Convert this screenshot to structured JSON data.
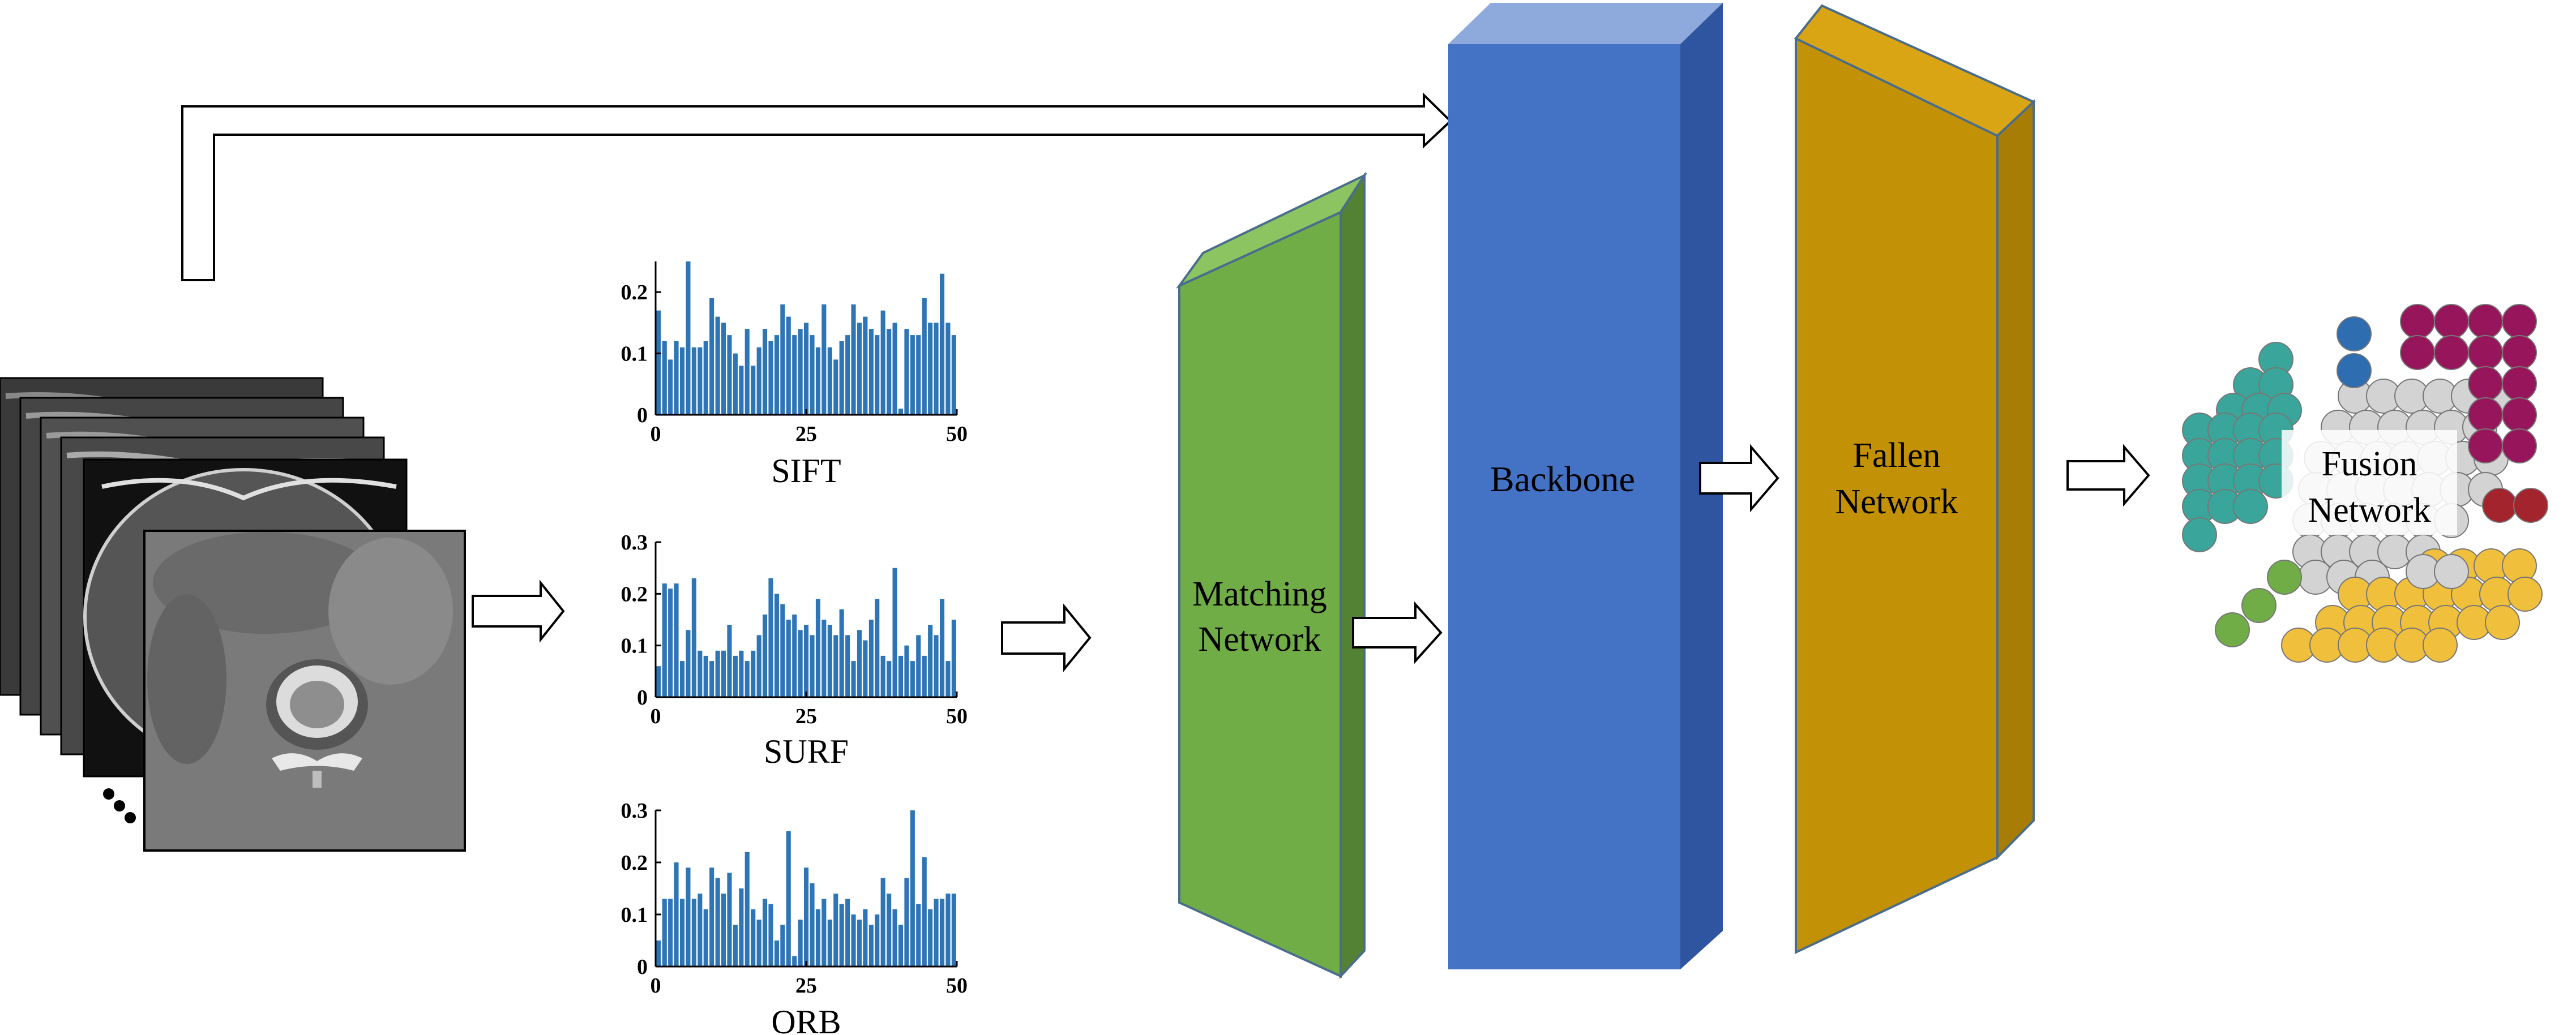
{
  "diagram": {
    "colors": {
      "matching": "#70ad47",
      "backbone": "#4472c4",
      "fallen": "#c39105",
      "bar": "#2e75b6",
      "teal": "#3aa59a",
      "maroon": "#97155a",
      "grey": "#d3d3d3",
      "gold": "#f0bf3c",
      "green": "#70ad47",
      "blue": "#2e6db0",
      "red": "#a3242c"
    },
    "labels": {
      "matching": "Matching Network",
      "backbone": "Backbone",
      "fallen": "Fallen Network",
      "fusion": "Fusion Network"
    },
    "ct_stack_ellipsis": "..."
  },
  "chart_data": [
    {
      "type": "bar",
      "title": "SIFT",
      "ylim": [
        0,
        0.25
      ],
      "xlim": [
        0,
        50
      ],
      "xticks": [
        "0",
        "25",
        "50"
      ],
      "yticks": [
        "0",
        "0.1",
        "0.2"
      ],
      "values": [
        0.17,
        0.12,
        0.09,
        0.12,
        0.11,
        0.25,
        0.11,
        0.11,
        0.12,
        0.19,
        0.16,
        0.15,
        0.13,
        0.1,
        0.08,
        0.14,
        0.08,
        0.11,
        0.14,
        0.12,
        0.13,
        0.18,
        0.16,
        0.13,
        0.14,
        0.15,
        0.13,
        0.11,
        0.18,
        0.11,
        0.09,
        0.12,
        0.13,
        0.18,
        0.15,
        0.16,
        0.14,
        0.13,
        0.17,
        0.14,
        0.15,
        0.01,
        0.14,
        0.13,
        0.13,
        0.19,
        0.15,
        0.15,
        0.23,
        0.15,
        0.13
      ]
    },
    {
      "type": "bar",
      "title": "SURF",
      "ylim": [
        0,
        0.3
      ],
      "xlim": [
        0,
        50
      ],
      "xticks": [
        "0",
        "25",
        "50"
      ],
      "yticks": [
        "0",
        "0.1",
        "0.2",
        "0.3"
      ],
      "values": [
        0.06,
        0.22,
        0.21,
        0.22,
        0.07,
        0.13,
        0.23,
        0.09,
        0.08,
        0.07,
        0.09,
        0.09,
        0.14,
        0.08,
        0.09,
        0.07,
        0.09,
        0.12,
        0.16,
        0.23,
        0.2,
        0.18,
        0.15,
        0.16,
        0.13,
        0.14,
        0.12,
        0.19,
        0.15,
        0.14,
        0.12,
        0.17,
        0.12,
        0.07,
        0.13,
        0.11,
        0.15,
        0.19,
        0.08,
        0.07,
        0.25,
        0.08,
        0.1,
        0.07,
        0.12,
        0.08,
        0.14,
        0.12,
        0.19,
        0.07,
        0.15
      ]
    },
    {
      "type": "bar",
      "title": "ORB",
      "ylim": [
        0,
        0.3
      ],
      "xlim": [
        0,
        50
      ],
      "xticks": [
        "0",
        "25",
        "50"
      ],
      "yticks": [
        "0",
        "0.1",
        "0.2",
        "0.3"
      ],
      "values": [
        0.05,
        0.13,
        0.13,
        0.2,
        0.13,
        0.19,
        0.13,
        0.14,
        0.11,
        0.19,
        0.17,
        0.14,
        0.18,
        0.08,
        0.15,
        0.22,
        0.11,
        0.09,
        0.13,
        0.12,
        0.05,
        0.08,
        0.26,
        0.02,
        0.09,
        0.19,
        0.16,
        0.11,
        0.13,
        0.09,
        0.14,
        0.12,
        0.13,
        0.1,
        0.09,
        0.11,
        0.08,
        0.1,
        0.17,
        0.14,
        0.11,
        0.08,
        0.17,
        0.3,
        0.12,
        0.21,
        0.11,
        0.13,
        0.13,
        0.14,
        0.14
      ]
    }
  ]
}
